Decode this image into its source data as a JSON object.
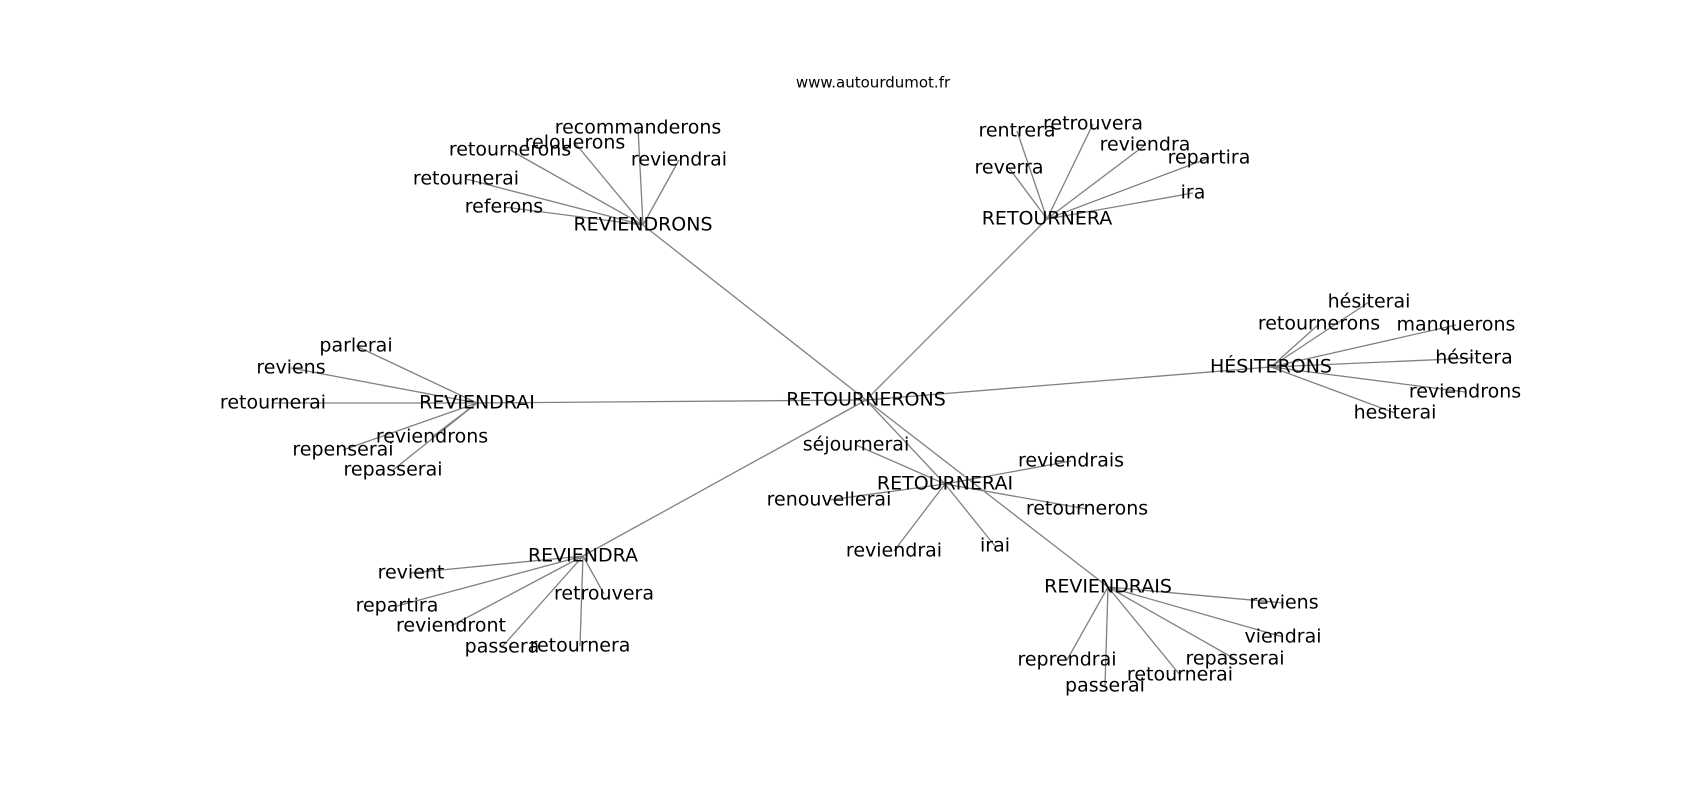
{
  "source_credit": "www.autourdumot.fr",
  "colors": {
    "edge": "#808080",
    "text": "#000000",
    "background": "#ffffff"
  },
  "graph": {
    "center": "RETOURNERONS",
    "hubs": [
      {
        "label": "REVIENDRONS",
        "words": [
          "recommanderons",
          "relouerons",
          "retournerons",
          "reviendrai",
          "retournerai",
          "referons"
        ]
      },
      {
        "label": "RETOURNERA",
        "words": [
          "rentrera",
          "retrouvera",
          "reviendra",
          "repartira",
          "reverra",
          "ira"
        ]
      },
      {
        "label": "HÉSITERONS",
        "words": [
          "hésiterai",
          "retournerons",
          "manquerons",
          "hésitera",
          "reviendrons",
          "hesiterai"
        ]
      },
      {
        "label": "REVIENDRAI",
        "words": [
          "parlerai",
          "reviens",
          "retournerai",
          "repenserai",
          "reviendrons",
          "repasserai"
        ]
      },
      {
        "label": "RETOURNERAI",
        "words": [
          "séjournerai",
          "reviendrais",
          "renouvellerai",
          "retournerons",
          "reviendrai",
          "irai"
        ]
      },
      {
        "label": "REVIENDRA",
        "words": [
          "revient",
          "repartira",
          "retrouvera",
          "reviendront",
          "passera",
          "retournera"
        ]
      },
      {
        "label": "REVIENDRAIS",
        "words": [
          "reviens",
          "viendrai",
          "repasserai",
          "reprendrai",
          "retournerai",
          "passerai"
        ]
      }
    ]
  }
}
